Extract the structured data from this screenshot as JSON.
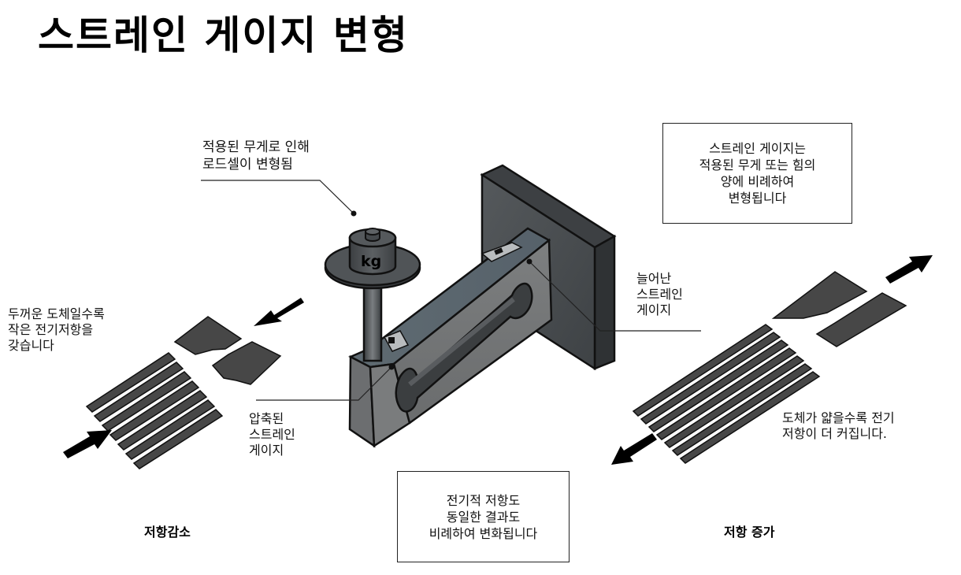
{
  "title": "스트레인 게이지 변형",
  "labels": {
    "weight_callout": [
      "적용된 무게로 인해",
      "로드셀이 변형됨"
    ],
    "info_box_top": [
      "스트레인 게이지는",
      "적용된 무게 또는 힘의",
      "양에 비례하여",
      "변형됩니다"
    ],
    "stretched_gauge": [
      "늘어난",
      "스트레인",
      "게이지"
    ],
    "compressed_gauge": [
      "압축된",
      "스트레인",
      "게이지"
    ],
    "thick_conductor": [
      "두꺼운 도체일수록",
      "작은 전기저항을",
      "갖습니다"
    ],
    "thin_conductor": [
      "도체가 얇을수록 전기",
      "저항이 더 커집니다."
    ],
    "info_box_bottom": [
      "전기적 저항도",
      "동일한 결과도",
      "비례하여 변화됩니다"
    ],
    "resistance_decrease": "저항감소",
    "resistance_increase": "저항 증가"
  },
  "weight": {
    "unit_label": "kg"
  },
  "colors": {
    "metal_dark": "#4a4f54",
    "metal_mid": "#6b6f72",
    "metal_light": "#8a8d8f",
    "gauge_foil": "#474747",
    "outline": "#111111"
  }
}
